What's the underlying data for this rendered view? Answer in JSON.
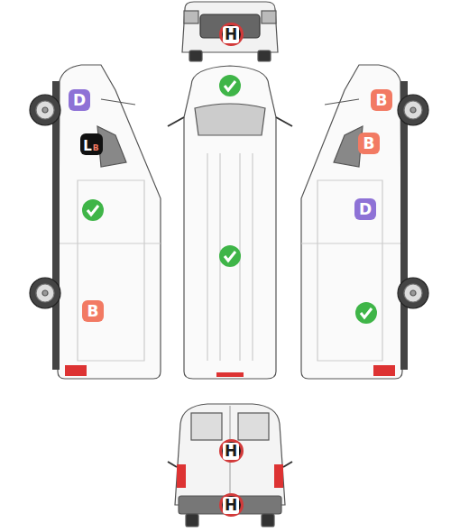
{
  "diagram": {
    "nodes": [
      {
        "text": [
          "H"
        ]
      },
      {
        "text": [
          "D"
        ]
      },
      {
        "text": [
          "B"
        ]
      },
      {
        "text": [
          "L",
          "B"
        ]
      },
      {
        "text": [
          "B"
        ]
      },
      {
        "text": [
          "D"
        ]
      },
      {
        "text": [
          "B"
        ]
      },
      {
        "text": [
          "H"
        ]
      },
      {
        "text": [
          "H"
        ]
      }
    ]
  }
}
